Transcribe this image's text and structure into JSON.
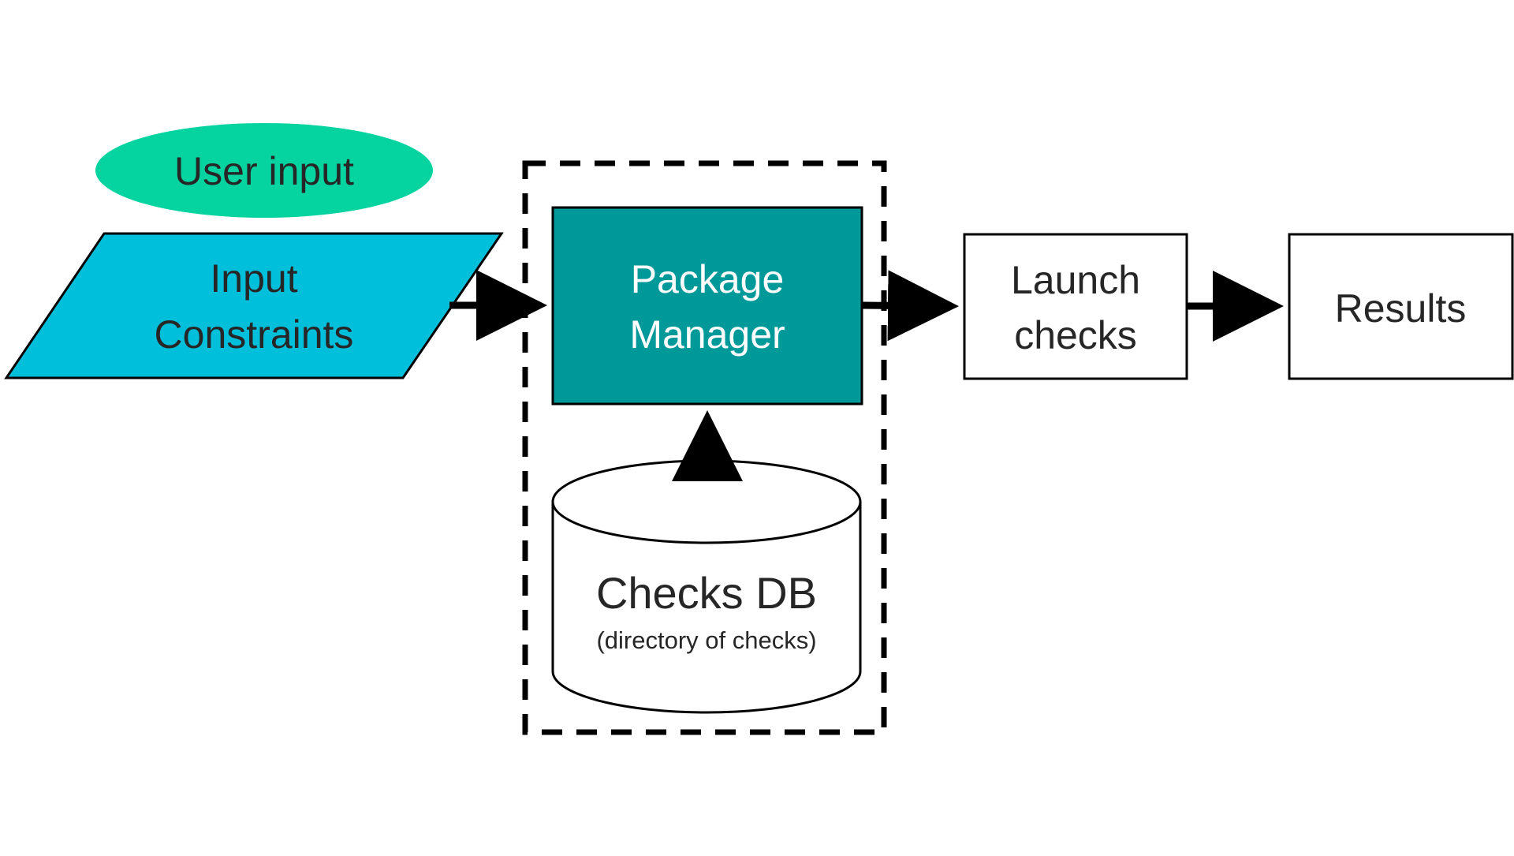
{
  "diagram": {
    "user_input": {
      "label": "User input",
      "color": "#05D3A0"
    },
    "input_constraints": {
      "lines": [
        "Input",
        "Constraints"
      ],
      "color": "#00BFDB"
    },
    "package_manager": {
      "lines": [
        "Package",
        "Manager"
      ],
      "color": "#009999"
    },
    "checks_db": {
      "title": "Checks DB",
      "subtitle": "(directory of checks)"
    },
    "launch_checks": {
      "lines": [
        "Launch",
        "checks"
      ]
    },
    "results": {
      "label": "Results"
    },
    "colors": {
      "stroke": "#000000",
      "text_dark": "#262626",
      "text_light": "#ffffff",
      "box_fill": "#ffffff"
    }
  }
}
